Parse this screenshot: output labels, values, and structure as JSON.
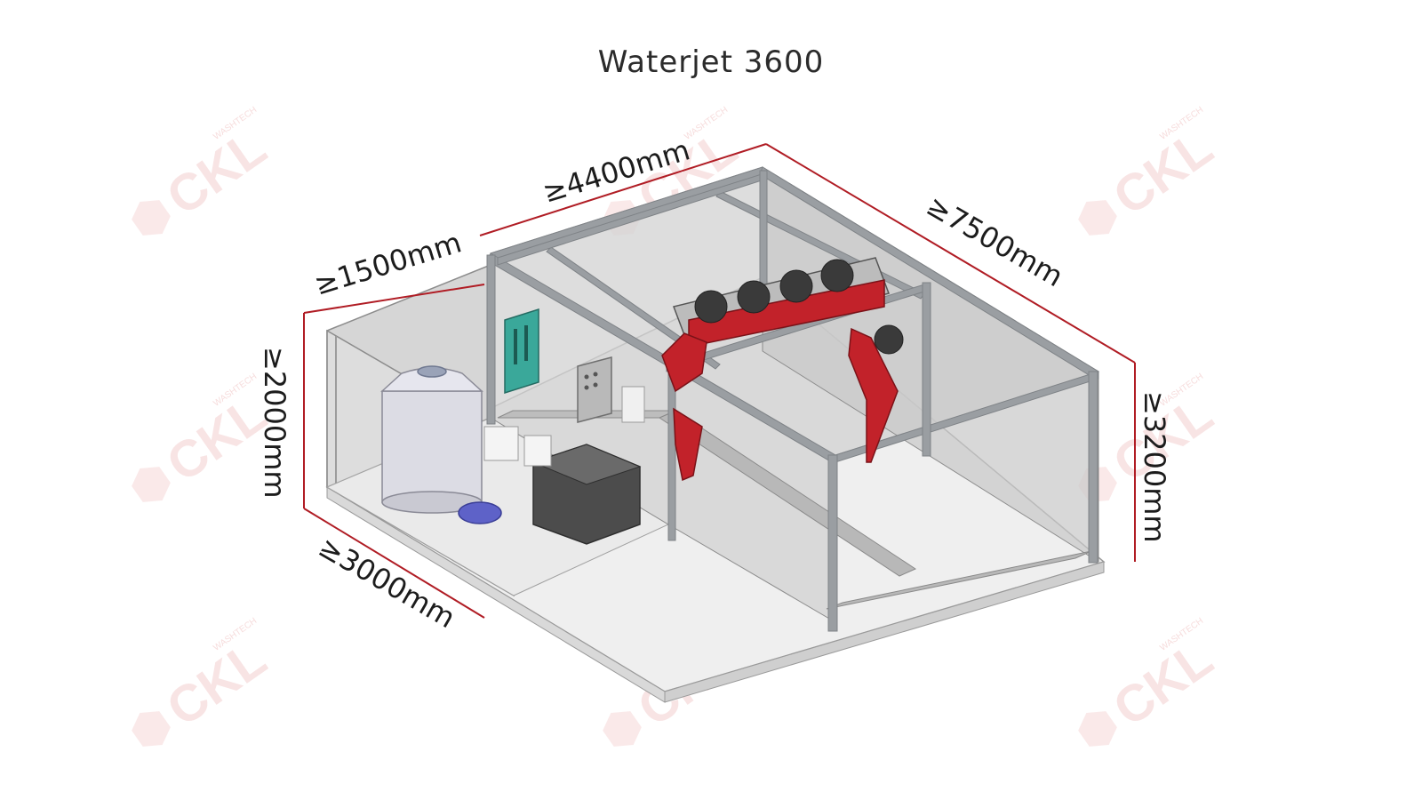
{
  "title": "Waterjet 3600",
  "dimensions": {
    "width_top": "≥4400mm",
    "length": "≥7500mm",
    "room_depth": "≥1500mm",
    "room_height": "≥2000mm",
    "room_width": "≥3000mm",
    "machine_height": "≥3200mm"
  },
  "watermark": {
    "brand": "CKL",
    "sub": "WASHTECH"
  },
  "colors": {
    "dimension_line": "#b01c24",
    "machine_red": "#c2222a",
    "frame_gray": "#8f9396",
    "floor": "#eeeeee",
    "wall": "#d4d4d4",
    "watermark": "#f3cfcf"
  }
}
